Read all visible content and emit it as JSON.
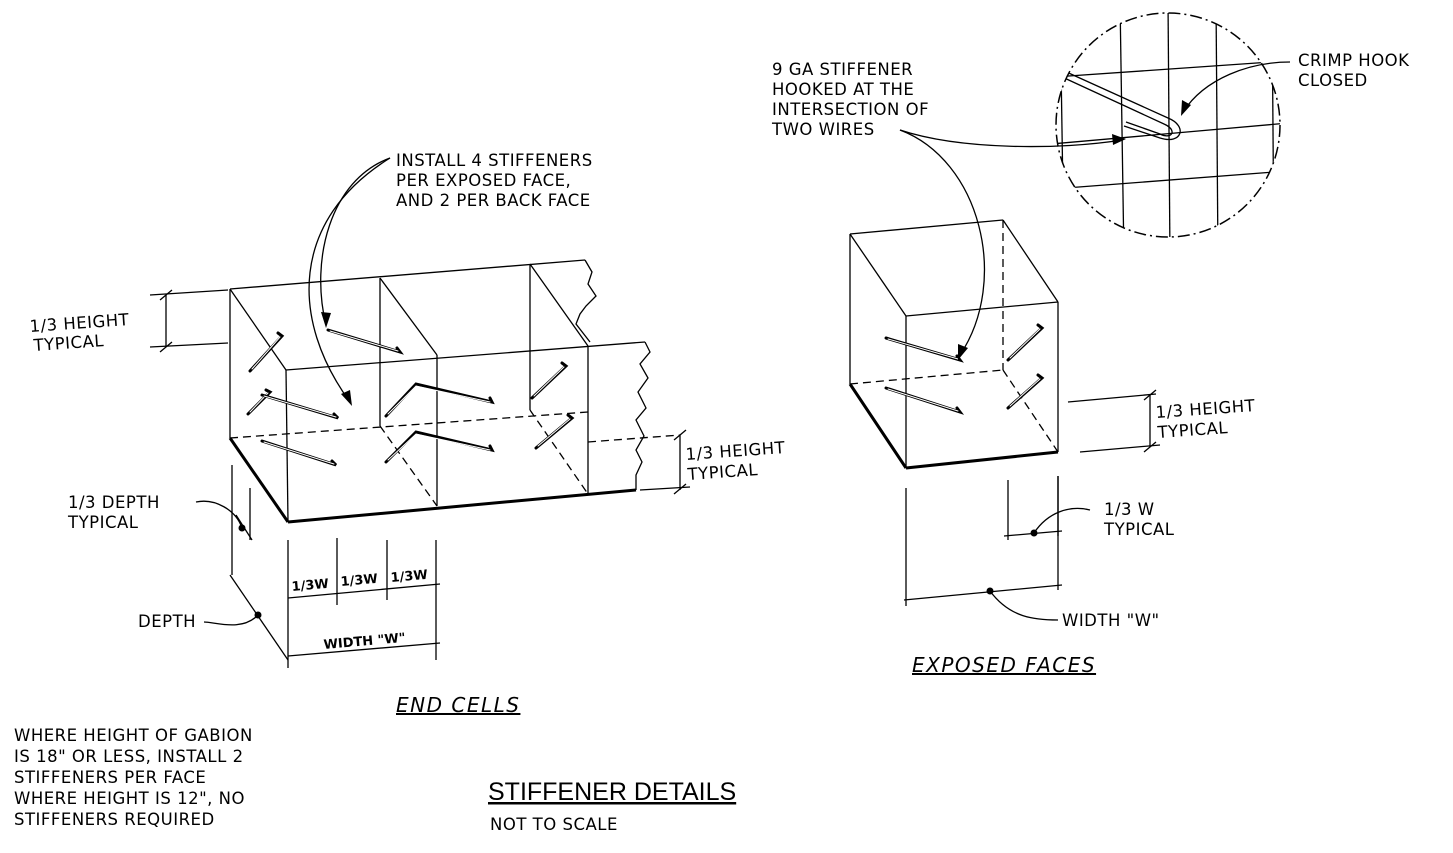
{
  "drawing": {
    "title": "STIFFENER DETAILS",
    "scale_note": "NOT TO SCALE"
  },
  "end_cells": {
    "caption": "END CELLS",
    "install_note": [
      "INSTALL 4 STIFFENERS",
      "PER EXPOSED FACE,",
      "AND 2 PER BACK FACE"
    ],
    "height_left": [
      "1/3 HEIGHT",
      "TYPICAL"
    ],
    "height_right": [
      "1/3 HEIGHT",
      "TYPICAL"
    ],
    "depth_third": [
      "1/3 DEPTH",
      "TYPICAL"
    ],
    "depth": "DEPTH",
    "third_w": [
      "1/3W",
      "1/3W",
      "1/3W"
    ],
    "width": "WIDTH \"W\""
  },
  "exposed_faces": {
    "caption": "EXPOSED FACES",
    "stiffener_note": [
      "9 GA STIFFENER",
      "HOOKED AT THE",
      "INTERSECTION OF",
      "TWO WIRES"
    ],
    "crimp_note": [
      "CRIMP HOOK",
      "CLOSED"
    ],
    "height": [
      "1/3 HEIGHT",
      "TYPICAL"
    ],
    "third_w": [
      "1/3 W",
      "TYPICAL"
    ],
    "width": "WIDTH \"W\""
  },
  "general_note": [
    "WHERE HEIGHT OF GABION",
    "IS 18\" OR LESS, INSTALL 2",
    "STIFFENERS PER FACE",
    "WHERE HEIGHT IS 12\", NO",
    "STIFFENERS REQUIRED"
  ]
}
